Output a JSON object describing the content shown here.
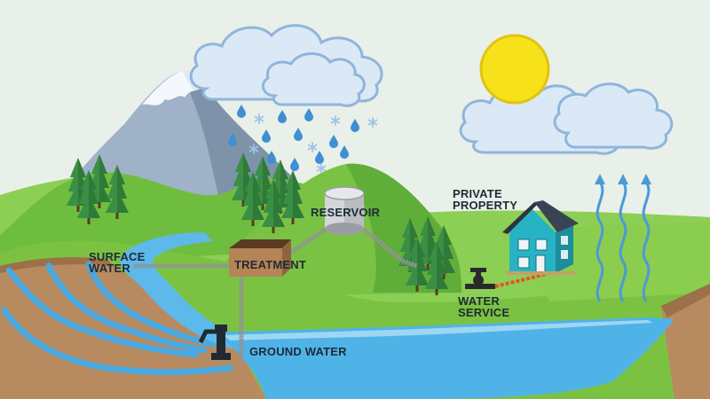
{
  "labels": {
    "surface_water": "SURFACE\nWATER",
    "treatment": "TREATMENT",
    "reservoir": "RESERVOIR",
    "private_property": "PRIVATE\nPROPERTY",
    "water_service": "WATER\nSERVICE",
    "ground_water": "GROUND WATER"
  },
  "icons": [
    "cloud-icon",
    "sun-icon",
    "raindrop-icon",
    "snowflake-icon",
    "mountain-icon",
    "tree-icon",
    "reservoir-tank-icon",
    "treatment-building-icon",
    "house-icon",
    "valve-icon",
    "pump-icon",
    "evaporation-arrow-icon"
  ],
  "colors": {
    "sky": "#e9efe9",
    "grass": "#7cc242",
    "soil": "#b88a60",
    "water": "#4fb3e8",
    "sun": "#f7e11b",
    "cloud": "#dbe9f7",
    "pipe": "#a8a9aa",
    "service_pipe": "#e0542c",
    "house": "#28b3c4"
  }
}
